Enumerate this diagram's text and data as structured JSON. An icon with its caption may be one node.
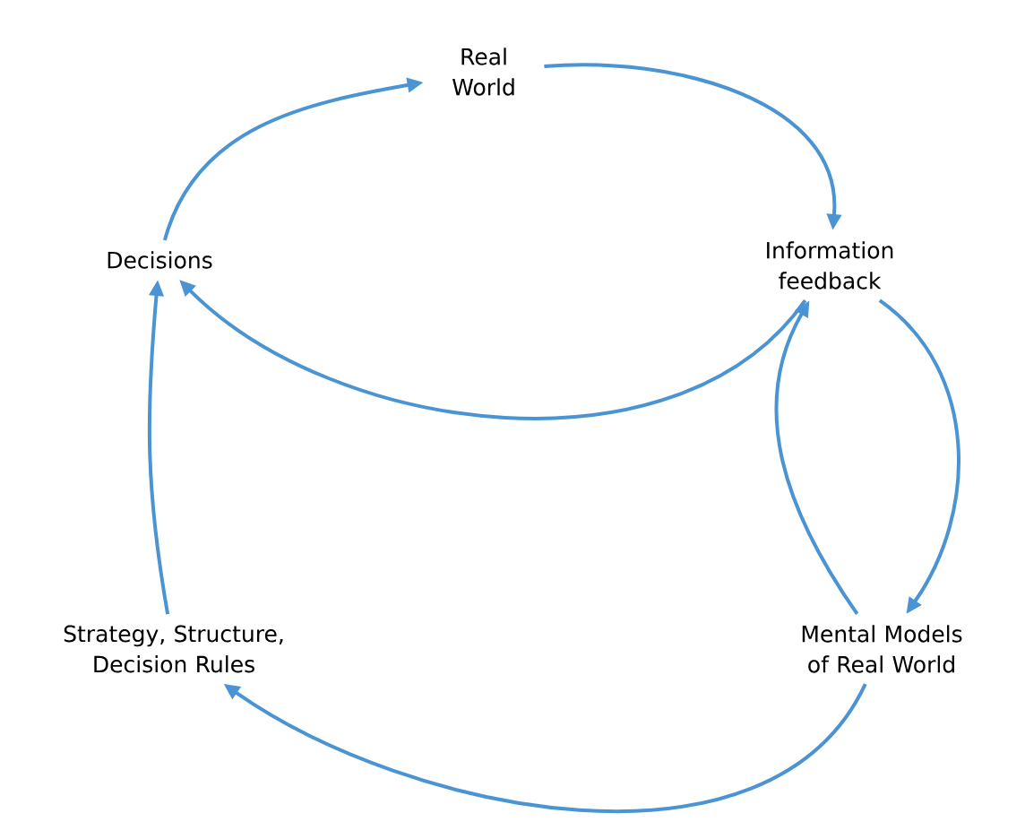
{
  "diagram": {
    "nodes": [
      {
        "text": [
          "Real World"
        ]
      },
      {
        "text": [
          "Information feedback"
        ]
      },
      {
        "text": [
          "Decisions"
        ]
      },
      {
        "text": [
          "Strategy, Structure, Decision Rules"
        ]
      },
      {
        "text": [
          "Mental Models of Real World"
        ]
      }
    ],
    "edges": [
      {
        "from": 2,
        "to": 0,
        "arrow": "to"
      },
      {
        "from": 0,
        "to": 1,
        "arrow": "to"
      },
      {
        "from": 1,
        "to": 2,
        "arrow": "to"
      },
      {
        "from": 1,
        "to": 4,
        "arrow": "to"
      },
      {
        "from": 4,
        "to": 1,
        "arrow": "to"
      },
      {
        "from": 4,
        "to": 3,
        "arrow": "to"
      },
      {
        "from": 3,
        "to": 2,
        "arrow": "to"
      }
    ]
  }
}
